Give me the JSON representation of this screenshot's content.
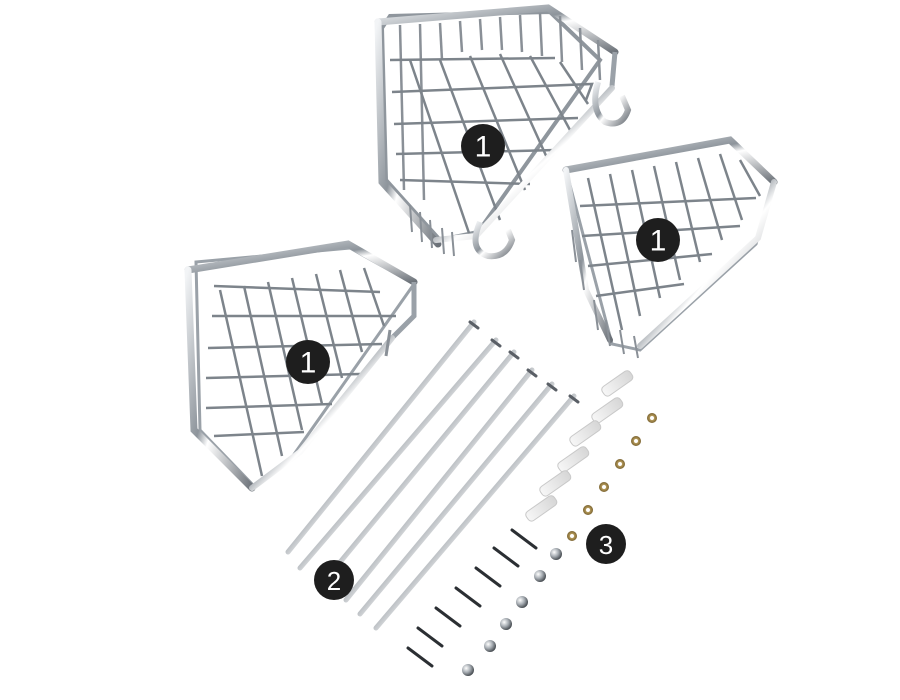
{
  "product_photo": {
    "background_color": "#ffffff",
    "metal_colors": {
      "dark": "#5a5f66",
      "mid": "#9aa1a8",
      "light": "#dfe3e7"
    },
    "labels": {
      "basket_top": "1",
      "basket_right": "1",
      "basket_left": "1",
      "rods": "2",
      "hardware": "3"
    }
  }
}
